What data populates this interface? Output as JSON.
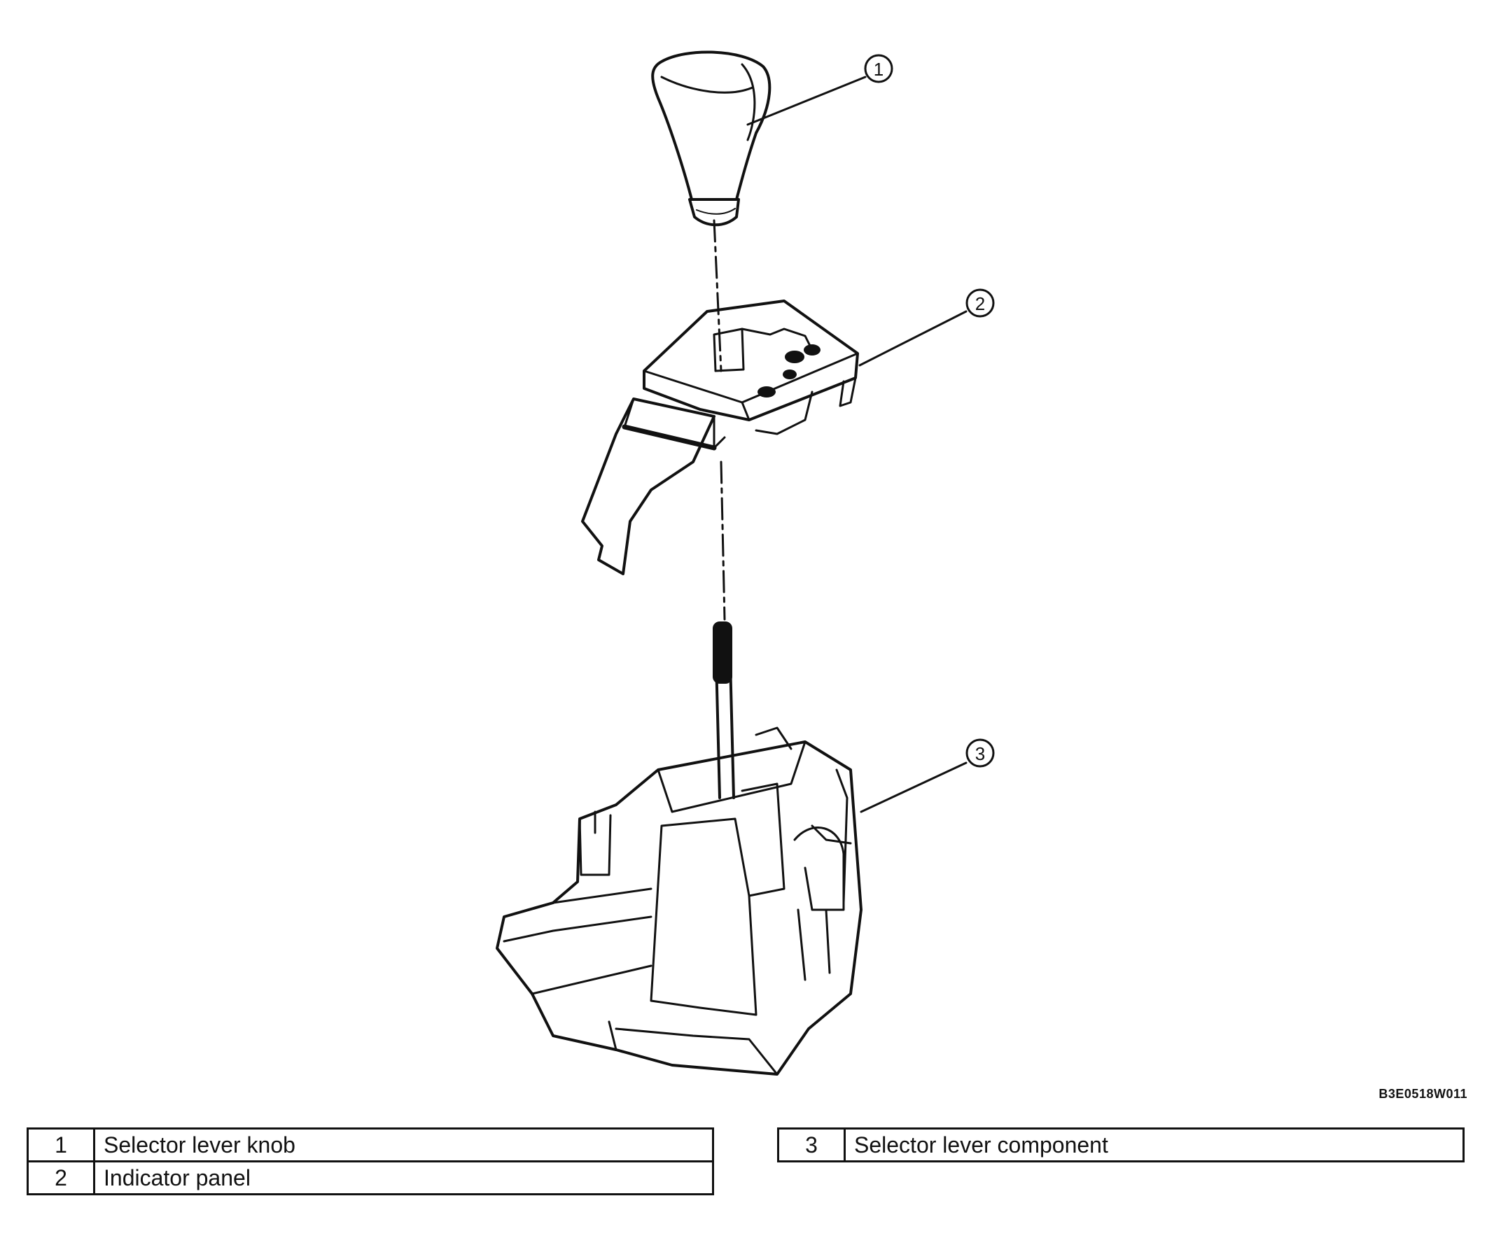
{
  "figure_code": "B3E0518W011",
  "callouts": [
    "1",
    "2",
    "3"
  ],
  "legend": [
    {
      "number": "1",
      "label": "Selector lever knob"
    },
    {
      "number": "2",
      "label": "Indicator panel"
    },
    {
      "number": "3",
      "label": "Selector lever component"
    }
  ],
  "colors": {
    "ink": "#111111",
    "paper": "#ffffff"
  }
}
